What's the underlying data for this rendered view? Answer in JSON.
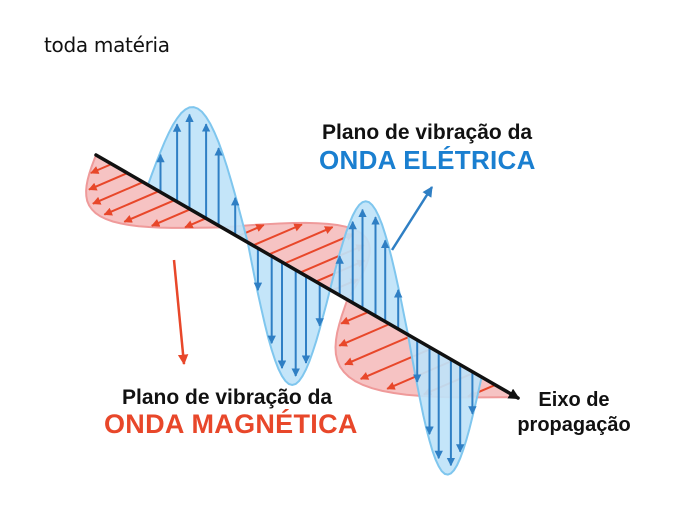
{
  "brand": "toda matéria",
  "electric": {
    "line1": "Plano de vibração da",
    "line2": "ONDA ELÉTRICA",
    "color": "#1a7fd0",
    "fill": "#bfe3f8",
    "stroke": "#7fc6ee",
    "arrow": "#2f7fc4"
  },
  "magnetic": {
    "line1": "Plano de vibração da",
    "line2": "ONDA MAGNÉTICA",
    "color": "#e8472a",
    "fill": "#f6c3c3",
    "stroke": "#ef9a9a",
    "arrow": "#e8472a"
  },
  "axis": {
    "line1": "Eixo de",
    "line2": "propagação",
    "color": "#111111"
  },
  "icons": [
    "axis-arrow-icon",
    "electric-pointer-arrow-icon",
    "magnetic-pointer-arrow-icon"
  ]
}
